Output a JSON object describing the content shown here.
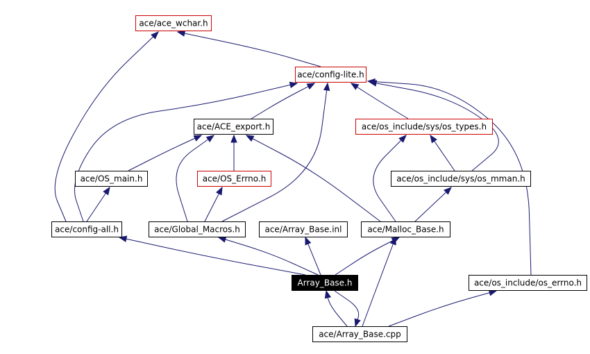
{
  "colors": {
    "edge": "#191970",
    "normal_border": "#000000",
    "highlight_border": "#cc0000",
    "root_fill": "#000000",
    "root_text": "#ffffff",
    "text": "#000000"
  },
  "nodes": [
    {
      "id": "ace_wchar",
      "label": "ace/ace_wchar.h",
      "style": "red"
    },
    {
      "id": "config_lite",
      "label": "ace/config-lite.h",
      "style": "red"
    },
    {
      "id": "ace_export",
      "label": "ace/ACE_export.h",
      "style": "normal"
    },
    {
      "id": "os_types",
      "label": "ace/os_include/sys/os_types.h",
      "style": "red"
    },
    {
      "id": "os_main",
      "label": "ace/OS_main.h",
      "style": "normal"
    },
    {
      "id": "os_errno",
      "label": "ace/OS_Errno.h",
      "style": "red"
    },
    {
      "id": "os_mman",
      "label": "ace/os_include/sys/os_mman.h",
      "style": "normal"
    },
    {
      "id": "config_all",
      "label": "ace/config-all.h",
      "style": "normal"
    },
    {
      "id": "global_macros",
      "label": "ace/Global_Macros.h",
      "style": "normal"
    },
    {
      "id": "array_base_inl",
      "label": "ace/Array_Base.inl",
      "style": "normal"
    },
    {
      "id": "malloc_base",
      "label": "ace/Malloc_Base.h",
      "style": "normal"
    },
    {
      "id": "array_base_h",
      "label": "Array_Base.h",
      "style": "root"
    },
    {
      "id": "os_errno_inc",
      "label": "ace/os_include/os_errno.h",
      "style": "normal"
    },
    {
      "id": "array_base_cpp",
      "label": "ace/Array_Base.cpp",
      "style": "normal"
    }
  ],
  "edges": [
    {
      "from": "config_lite",
      "to": "ace_wchar"
    },
    {
      "from": "config_all",
      "to": "ace_wchar"
    },
    {
      "from": "ace_export",
      "to": "config_lite"
    },
    {
      "from": "os_types",
      "to": "config_lite"
    },
    {
      "from": "config_all",
      "to": "config_lite"
    },
    {
      "from": "global_macros",
      "to": "config_lite"
    },
    {
      "from": "os_mman",
      "to": "config_lite"
    },
    {
      "from": "os_errno_inc",
      "to": "config_lite"
    },
    {
      "from": "os_main",
      "to": "ace_export"
    },
    {
      "from": "os_errno",
      "to": "ace_export"
    },
    {
      "from": "global_macros",
      "to": "ace_export"
    },
    {
      "from": "malloc_base",
      "to": "ace_export"
    },
    {
      "from": "os_mman",
      "to": "os_types"
    },
    {
      "from": "malloc_base",
      "to": "os_types"
    },
    {
      "from": "config_all",
      "to": "os_main"
    },
    {
      "from": "global_macros",
      "to": "os_errno"
    },
    {
      "from": "malloc_base",
      "to": "os_mman"
    },
    {
      "from": "array_base_h",
      "to": "config_all"
    },
    {
      "from": "array_base_h",
      "to": "global_macros"
    },
    {
      "from": "array_base_h",
      "to": "array_base_inl"
    },
    {
      "from": "array_base_h",
      "to": "malloc_base"
    },
    {
      "from": "array_base_cpp",
      "to": "array_base_h"
    },
    {
      "from": "array_base_h",
      "to": "array_base_cpp"
    },
    {
      "from": "array_base_cpp",
      "to": "malloc_base"
    },
    {
      "from": "array_base_cpp",
      "to": "os_errno_inc"
    }
  ]
}
